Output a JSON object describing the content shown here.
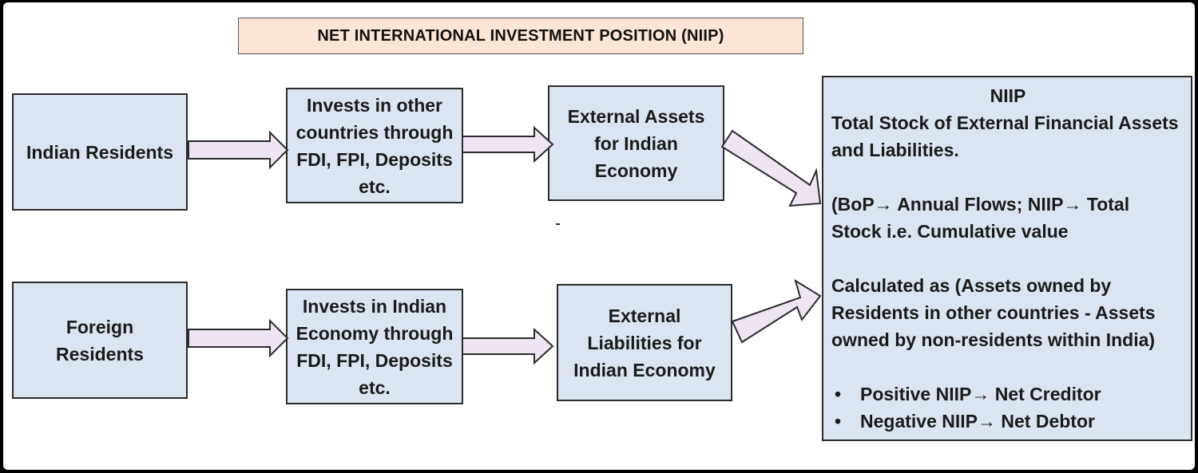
{
  "title": "NET INTERNATIONAL INVESTMENT POSITION (NIIP)",
  "top_row": {
    "residents": "Indian Residents",
    "invests": "Invests in other countries through FDI, FPI, Deposits etc.",
    "outcome": "External Assets for Indian Economy"
  },
  "bottom_row": {
    "residents": "Foreign Residents",
    "invests": "Invests in Indian Economy through FDI, FPI, Deposits etc.",
    "outcome": "External Liabilities for Indian Economy"
  },
  "niip_box": {
    "heading": "NIIP",
    "definition": "Total Stock of External Financial Assets and Liabilities.",
    "comparison": "(BoP→ Annual Flows; NIIP→ Total Stock i.e. Cumulative value",
    "calculation": "Calculated as (Assets owned by Residents in other countries -  Assets owned by non-residents within India)",
    "bullets": [
      "Positive NIIP→ Net Creditor",
      "Negative NIIP→ Net Debtor"
    ]
  },
  "colors": {
    "box_fill": "#dbe5f1",
    "title_fill": "#fbe5d6",
    "arrow_fill": "#efe4f2",
    "border": "#2b2b2b"
  }
}
